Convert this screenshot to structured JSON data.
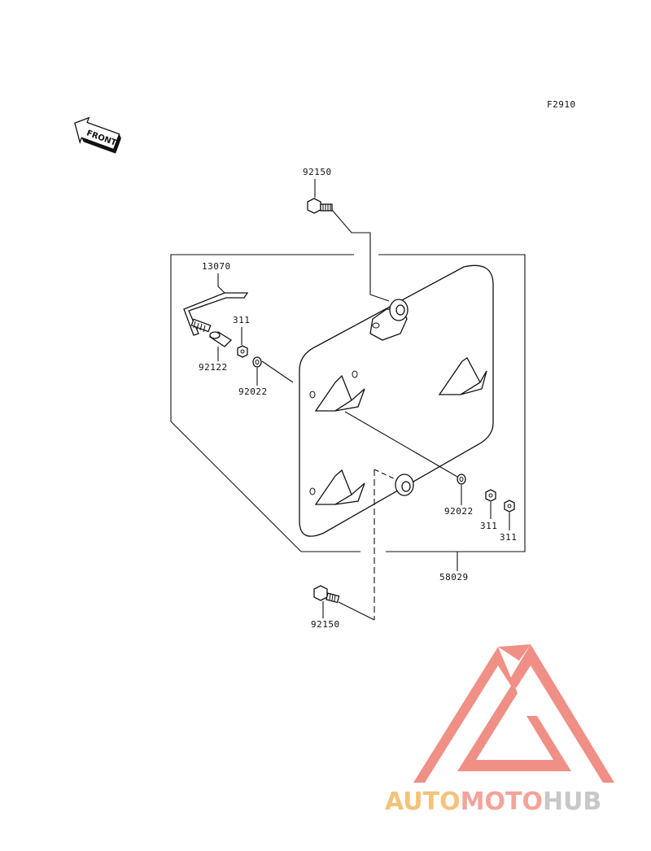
{
  "diagram": {
    "figure_code": "F2910",
    "front_label": "FRONT",
    "parts": {
      "bolt_top": "92150",
      "rod": "13070",
      "nut_left": "311",
      "collar": "92122",
      "washer_left": "92022",
      "washer_right": "92022",
      "nut_right_a": "311",
      "nut_right_b": "311",
      "plate": "58029",
      "bolt_bottom": "92150"
    }
  },
  "watermark": {
    "brand_part1": "AUTO",
    "brand_part2": "MOTO",
    "brand_part3": "HUB",
    "colors": {
      "logo": "#f08f86",
      "part1": "#f5c27a",
      "part2": "#f4a39a",
      "part3": "#c8c8c8"
    }
  }
}
